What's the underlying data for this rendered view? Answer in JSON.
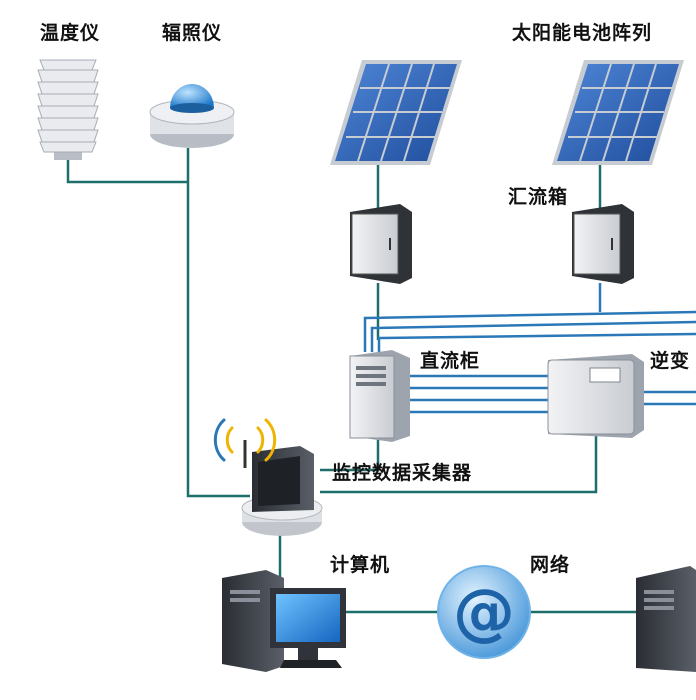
{
  "labels": {
    "thermometer": "温度仪",
    "pyranometer": "辐照仪",
    "solar_array": "太阳能电池阵列",
    "combiner_box": "汇流箱",
    "dc_cabinet": "直流柜",
    "inverter": "逆变",
    "data_collector": "监控数据采集器",
    "computer": "计算机",
    "network": "网络"
  },
  "network_symbol": "@",
  "colors": {
    "wire_green": "#1d6f6c",
    "wire_blue": "#2a78b8",
    "panel_blue": "#2d5fae",
    "panel_frame": "#c7ccd3"
  }
}
